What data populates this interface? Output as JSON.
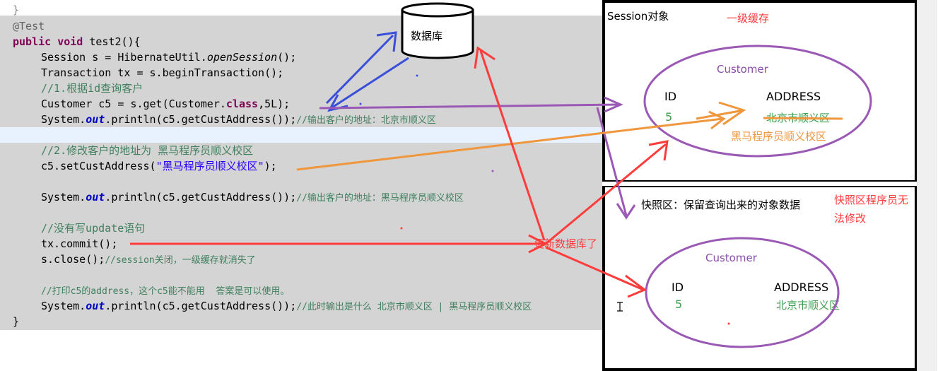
{
  "code": {
    "partial_top": "}",
    "annotation": "@Test",
    "kw_public": "public",
    "kw_void": "void",
    "method_decl": " test2(){",
    "line_session_a": "Session s = HibernateUtil.",
    "line_session_b": "openSession",
    "line_session_c": "();",
    "line_tx": "Transaction tx = s.beginTransaction();",
    "comment_1": "//1.根据id查询客户",
    "line_get_a": "Customer c5 = s.get(Customer.",
    "kw_class": "class",
    "line_get_b": ",5L);",
    "sys": "System.",
    "out": "out",
    "println": ".println(c5.getCustAddress());",
    "comment_out1": "//输出客户的地址：北京市顺义区",
    "comment_2": "//2.修改客户的地址为 黑马程序员顺义校区",
    "line_set_a": "c5.setCustAddress(",
    "line_set_str": "\"黑马程序员顺义校区\"",
    "line_set_b": ");",
    "comment_out2": "//输出客户的地址：黑马程序员顺义校区",
    "comment_3": "//没有写update语句",
    "line_commit": "tx.commit();",
    "line_close": "s.close();",
    "comment_close": "//session关闭，一级缓存就消失了",
    "comment_4": "//打印c5的address，这个c5能不能用  答案是可以使用。",
    "comment_out3": "//此时输出是什么 北京市顺义区 | 黑马程序员顺义校区",
    "closing_brace": "}"
  },
  "database": {
    "label": "数据库"
  },
  "session_box": {
    "title": "Session对象",
    "cache_label": "一级缓存",
    "entity": "Customer",
    "id_header": "ID",
    "address_header": "ADDRESS",
    "id_value": "5",
    "old_address": "北京市顺义区",
    "new_address": "黑马程序员顺义校区"
  },
  "snapshot_box": {
    "title": "快照区：保留查询出来的对象数据",
    "note_line1": "快照区程序员无",
    "note_line2": "法修改",
    "entity": "Customer",
    "id_header": "ID",
    "address_header": "ADDRESS",
    "id_value": "5",
    "address_value": "北京市顺义区"
  },
  "annotations": {
    "update_db": "更新数据库了"
  },
  "colors": {
    "code_bg": "#d4d4d4",
    "highlight_line": "#e8f2fe",
    "red_note": "#ff3c3c",
    "orange_note": "#f0963c",
    "purple": "#9b59b6",
    "blue_arrow": "#3a4fd9",
    "green_value": "#3ca050",
    "customer_label": "#8a4fa8"
  }
}
